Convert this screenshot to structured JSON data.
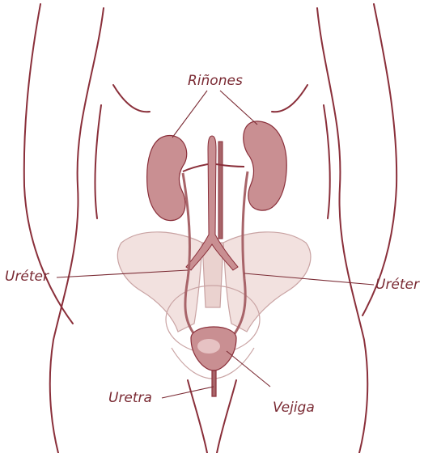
{
  "labels": {
    "kidneys": "Riñones",
    "ureter_left": "Uréter",
    "ureter_right": "Uréter",
    "urethra": "Uretra",
    "bladder": "Vejiga"
  },
  "colors": {
    "outline": "#8a2f3a",
    "organ_fill": "#c98f92",
    "organ_dark": "#a86469",
    "organ_light": "#e6c2c3",
    "bone": "#f2e1df",
    "bone_line": "#c9a3a3",
    "label": "#7a2a33"
  }
}
